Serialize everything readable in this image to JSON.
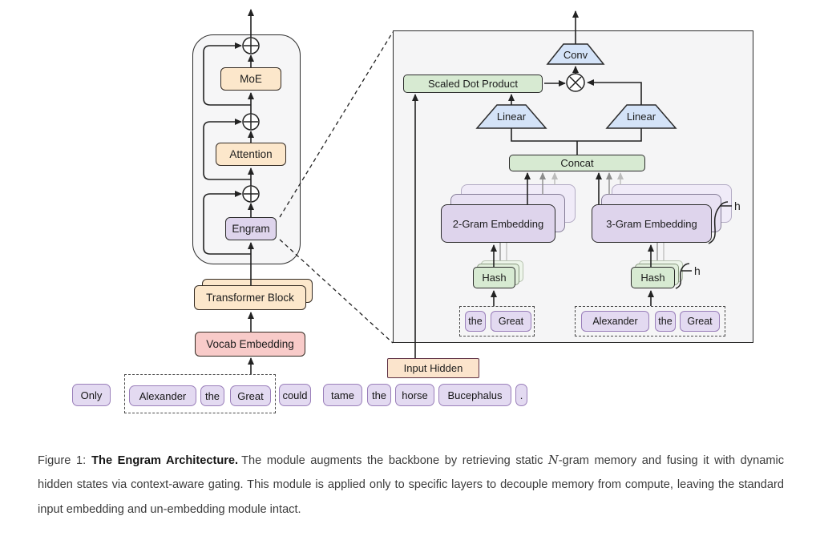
{
  "figure": {
    "backbone": {
      "moe": "MoE",
      "attention": "Attention",
      "engram": "Engram",
      "transformer_block": "Transformer Block",
      "vocab_embedding": "Vocab Embedding"
    },
    "sentence_tokens": [
      "Only",
      "Alexander",
      "the",
      "Great",
      "could",
      "tame",
      "the",
      "horse",
      "Bucephalus",
      "."
    ],
    "detail": {
      "conv": "Conv",
      "scaled_dot_product": "Scaled Dot Product",
      "linear": "Linear",
      "concat": "Concat",
      "two_gram_embedding": "2-Gram Embedding",
      "three_gram_embedding": "3-Gram Embedding",
      "hash": "Hash",
      "input_hidden": "Input Hidden",
      "h_label": "h",
      "bigram_tokens": [
        "the",
        "Great"
      ],
      "trigram_tokens": [
        "Alexander",
        "the",
        "Great"
      ]
    },
    "caption": {
      "label": "Figure 1:",
      "title": "The Engram Architecture.",
      "body_pre": "The module augments the backbone by retrieving static",
      "math_n": "N",
      "body_post": "-gram memory and fusing it with dynamic hidden states via context-aware gating. This module is applied only to specific layers to decouple memory from compute, leaving the standard input embedding and un-embedding module intact."
    },
    "colors": {
      "peach_fill": "#fce7cb",
      "pink_fill": "#f8cbc9",
      "purple_fill": "#ded4ec",
      "token_fill": "#e3daf1",
      "token_border": "#9a7fba",
      "green_fill": "#d7ead2",
      "blue_fill": "#d4e3f8",
      "panel_fill": "#f5f5f6",
      "line": "#222222",
      "gray_line": "#8c8c8c",
      "light_gray_line": "#bcbcbc",
      "input_hidden_border": "#5f3245"
    }
  }
}
